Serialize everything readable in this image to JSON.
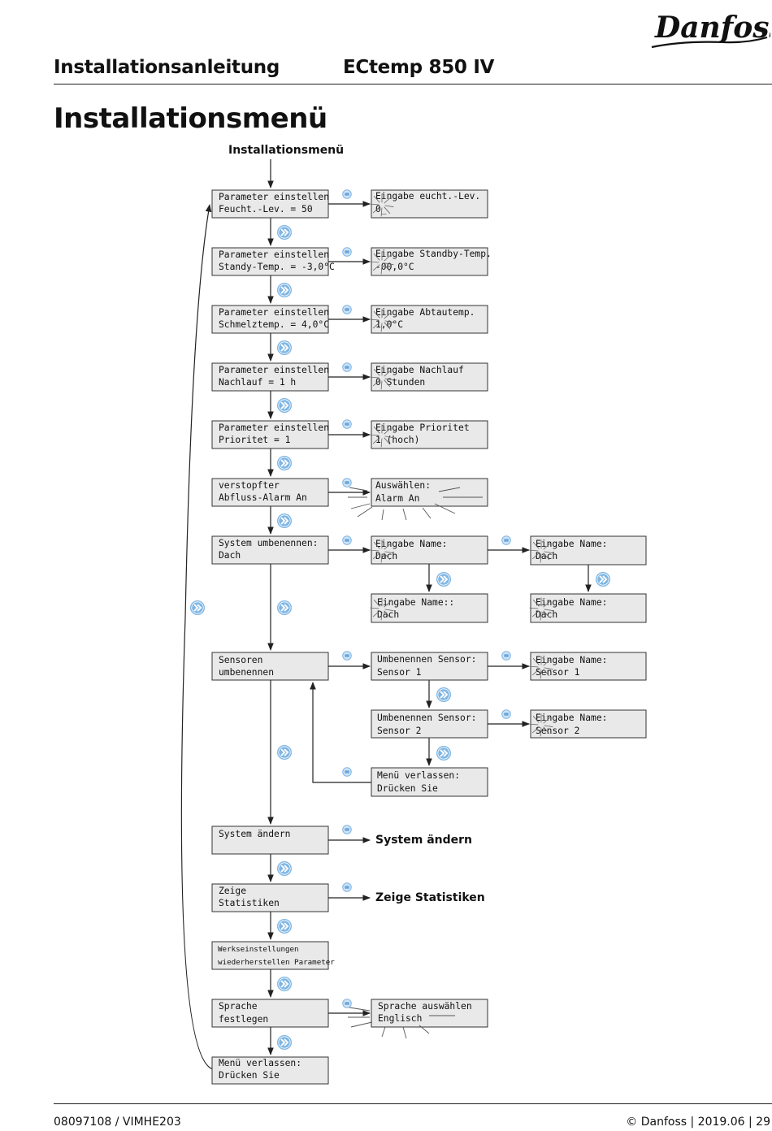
{
  "header": {
    "brand": "Danfoss",
    "doc_type": "Installationsanleitung",
    "product": "ECtemp 850 IV"
  },
  "page_title": "Installationsmenü",
  "diagram": {
    "start_label": "Installationsmenü",
    "main_menu": [
      {
        "line1": "Parameter einstellen",
        "line2": "Feucht.-Lev. = 50"
      },
      {
        "line1": "Parameter einstellen",
        "line2": "Standy-Temp. = -3,0°C"
      },
      {
        "line1": "Parameter einstellen",
        "line2": "Schmelztemp. = 4,0°C"
      },
      {
        "line1": "Parameter einstellen",
        "line2": "Nachlauf = 1 h"
      },
      {
        "line1": "Parameter einstellen",
        "line2": "Prioritet = 1"
      },
      {
        "line1": "verstopfter",
        "line2": "Abfluss-Alarm An"
      },
      {
        "line1": "System umbenennen:",
        "line2": "Dach"
      },
      {
        "line1": "Sensoren",
        "line2": "umbenennen"
      },
      {
        "line1": "System ändern",
        "line2": ""
      },
      {
        "line1": "Zeige",
        "line2": "Statistiken"
      },
      {
        "line1": "Werkseinstellungen",
        "line2": "wiederherstellen Parameter"
      },
      {
        "line1": "Sprache",
        "line2": "festlegen"
      },
      {
        "line1": "Menü verlassen:",
        "line2": "Drücken Sie"
      }
    ],
    "sub_menu": [
      {
        "line1": "Eingabe eucht.-Lev.",
        "line2": "0_"
      },
      {
        "line1": "Eingabe Standby-Temp.",
        "line2": "-00,0°C"
      },
      {
        "line1": "Eingabe Abtautemp.",
        "line2": "1,0°C"
      },
      {
        "line1": "Eingabe Nachlauf",
        "line2": "0 Stunden"
      },
      {
        "line1": "Eingabe Prioritet",
        "line2": "1 (hoch)"
      },
      {
        "line1": "Auswählen:",
        "line2": "Alarm An"
      },
      {
        "line1": "Eingabe Name:",
        "line2": "Dach"
      },
      {
        "line1": "Eingabe Name::",
        "line2": "Dach"
      },
      {
        "line1": "Umbenennen Sensor:",
        "line2": "Sensor 1"
      },
      {
        "line1": "Umbenennen Sensor:",
        "line2": "Sensor 2"
      },
      {
        "line1": "Menü verlassen:",
        "line2": "Drücken Sie"
      },
      {
        "line1": "Sprache auswählen",
        "line2": "Englisch"
      }
    ],
    "third_level": [
      {
        "line1": "Eingabe Name:",
        "line2": "Dach"
      },
      {
        "line1": "Eingabe Name:",
        "line2": "Dach"
      },
      {
        "line1": "Eingabe Name:",
        "line2": "Sensor 1"
      },
      {
        "line1": "Eingabe Name:",
        "line2": "Sensor 2"
      }
    ],
    "outcome_labels": {
      "system_change": "System ändern",
      "show_stats": "Zeige Statistiken"
    },
    "icons": {
      "next": "double-chevron-icon",
      "select": "enter-button-icon"
    },
    "colors": {
      "lcd": "#e9e9e9",
      "button_icon": "#7fb6e4"
    }
  },
  "footer": {
    "doc_number": "08097108 / VIMHE203",
    "copyright": "© Danfoss | 2019.06 | 29"
  }
}
